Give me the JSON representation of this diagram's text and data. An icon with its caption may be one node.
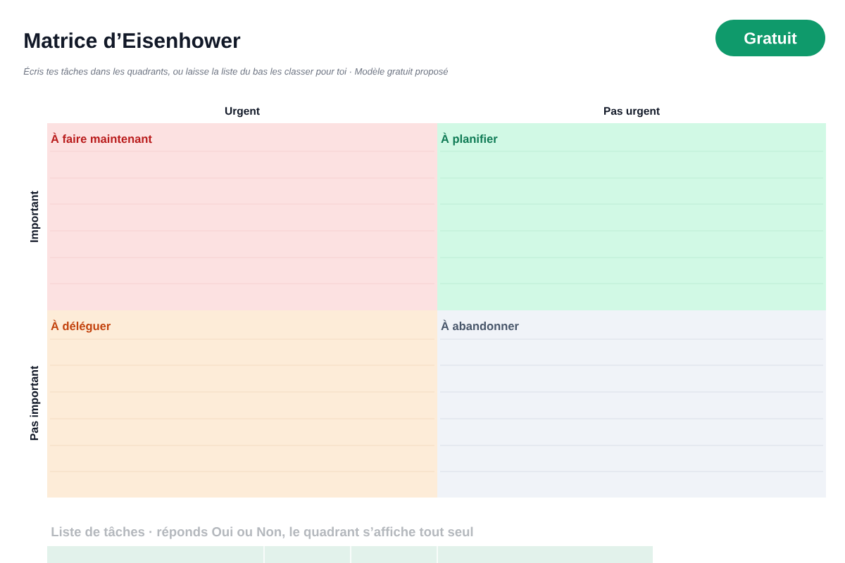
{
  "diagram": {
    "title": "Matrice d’Eisenhower",
    "nodes": [
      {
        "text": [
          "Gratuit"
        ]
      },
      {
        "text": [
          "À faire maintenant"
        ]
      },
      {
        "text": [
          "À planifier"
        ]
      },
      {
        "text": [
          "À déléguer"
        ]
      },
      {
        "text": [
          "À abandonner"
        ]
      }
    ],
    "labels": [
      "Écris tes tâches dans les quadrants, ou laisse la liste du bas les classer pour toi · Modèle gratuit proposé",
      "Urgent",
      "Pas urgent",
      "Important",
      "Pas important",
      "Liste de tâches · réponds Oui ou Non, le quadrant s’affiche tout seul"
    ]
  }
}
